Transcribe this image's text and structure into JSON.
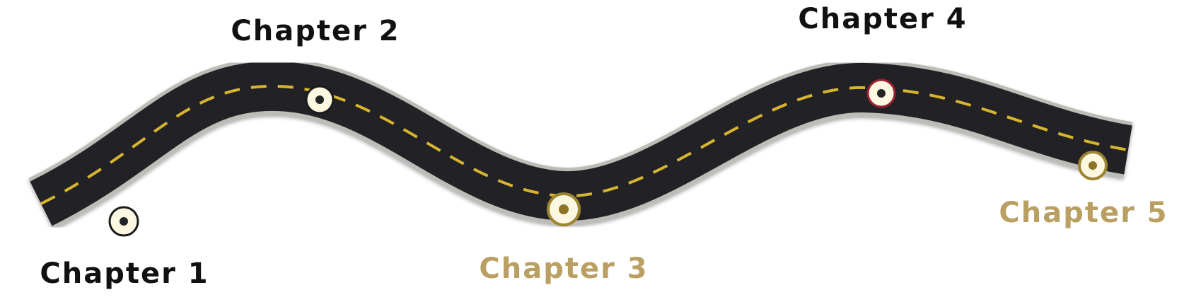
{
  "palette": {
    "road": "#222426",
    "road_edge": "#bdbcb6",
    "center_line": "#d8b52e",
    "label_dark": "#111111",
    "label_gold": "#b9a062",
    "marker_face": "#fbf7e1",
    "marker_dot_dark": "#222426",
    "marker_dot_gold": "#8c7424",
    "marker_ring_dark": "#1a1a1a",
    "marker_ring_gold": "#9c8530",
    "marker_ring_red": "#9b2030"
  },
  "chapters": [
    {
      "label": "Chapter 1",
      "state": "done",
      "marker_style": "dark"
    },
    {
      "label": "Chapter 2",
      "state": "done",
      "marker_style": "dark"
    },
    {
      "label": "Chapter 3",
      "state": "upcoming",
      "marker_style": "gold"
    },
    {
      "label": "Chapter 4",
      "state": "current",
      "marker_style": "red"
    },
    {
      "label": "Chapter 5",
      "state": "upcoming",
      "marker_style": "gold"
    }
  ]
}
